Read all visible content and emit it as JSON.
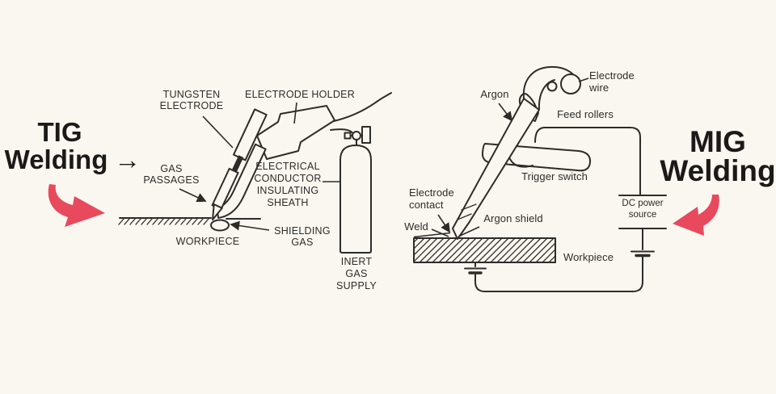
{
  "colors": {
    "background": "#faf7f0",
    "ink": "#2e2c29",
    "accent": "#e8495d",
    "title": "#1b1a18"
  },
  "tig": {
    "title_line1": "TIG",
    "title_line2": "Welding",
    "title_arrow": "→",
    "labels": {
      "tungsten_electrode": [
        "TUNGSTEN",
        "ELECTRODE"
      ],
      "electrode_holder": "ELECTRODE HOLDER",
      "gas_passages": [
        "GAS",
        "PASSAGES"
      ],
      "electrical_conductor": [
        "ELECTRICAL",
        "CONDUCTOR",
        "INSULATING",
        "SHEATH"
      ],
      "workpiece": "WORKPIECE",
      "shielding_gas": [
        "SHIELDING",
        "GAS"
      ],
      "inert_gas_supply": [
        "INERT",
        "GAS",
        "SUPPLY"
      ]
    }
  },
  "mig": {
    "title_line1": "MIG",
    "title_line2": "Welding",
    "labels": {
      "argon": "Argon",
      "electrode_wire": [
        "Electrode",
        "wire"
      ],
      "feed_rollers": "Feed rollers",
      "trigger_switch": "Trigger switch",
      "electrode_contact": [
        "Electrode",
        "contact"
      ],
      "weld": "Weld",
      "argon_shield": "Argon shield",
      "workpiece": "Workpiece",
      "dc_power_source": [
        "DC power",
        "source"
      ]
    }
  }
}
